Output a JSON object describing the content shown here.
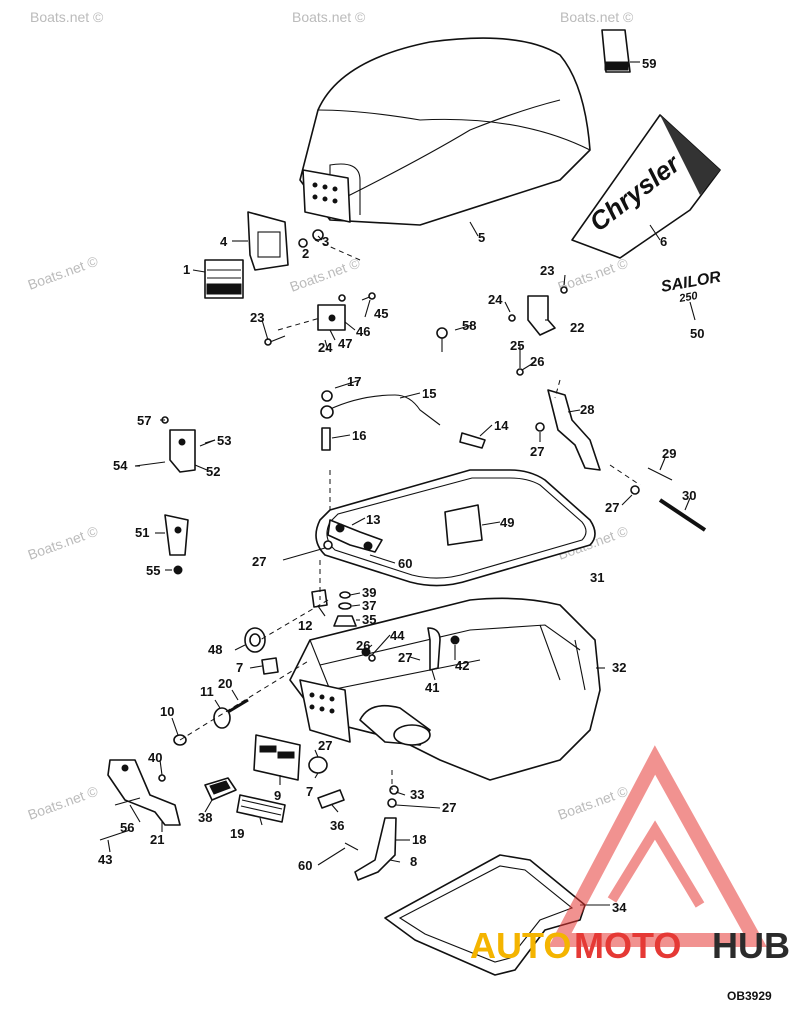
{
  "diagram": {
    "code": "OB3929",
    "cover_brand": "Chrysler",
    "decal_text": [
      "SAILOR",
      "250"
    ]
  },
  "watermark": "Boats.net ©",
  "logo": {
    "auto": "AUTO",
    "moto": "MOTO",
    "hub": "HUB",
    "colors": {
      "auto": "#f4b400",
      "moto": "#e53935",
      "hub": "#2b2b2b",
      "triangle": "#e53935"
    }
  },
  "callouts": [
    {
      "id": "c1",
      "text": "1"
    },
    {
      "id": "c2",
      "text": "2"
    },
    {
      "id": "c3",
      "text": "3"
    },
    {
      "id": "c4",
      "text": "4"
    },
    {
      "id": "c5",
      "text": "5"
    },
    {
      "id": "c6",
      "text": "6"
    },
    {
      "id": "c7a",
      "text": "7"
    },
    {
      "id": "c7b",
      "text": "7"
    },
    {
      "id": "c8",
      "text": "8"
    },
    {
      "id": "c9",
      "text": "9"
    },
    {
      "id": "c10",
      "text": "10"
    },
    {
      "id": "c11",
      "text": "11"
    },
    {
      "id": "c12",
      "text": "12"
    },
    {
      "id": "c13",
      "text": "13"
    },
    {
      "id": "c14",
      "text": "14"
    },
    {
      "id": "c15",
      "text": "15"
    },
    {
      "id": "c16",
      "text": "16"
    },
    {
      "id": "c17",
      "text": "17"
    },
    {
      "id": "c18",
      "text": "18"
    },
    {
      "id": "c19",
      "text": "19"
    },
    {
      "id": "c20",
      "text": "20"
    },
    {
      "id": "c21",
      "text": "21"
    },
    {
      "id": "c22",
      "text": "22"
    },
    {
      "id": "c23a",
      "text": "23"
    },
    {
      "id": "c23b",
      "text": "23"
    },
    {
      "id": "c24a",
      "text": "24"
    },
    {
      "id": "c24b",
      "text": "24"
    },
    {
      "id": "c25",
      "text": "25"
    },
    {
      "id": "c26a",
      "text": "26"
    },
    {
      "id": "c26b",
      "text": "26"
    },
    {
      "id": "c27a",
      "text": "27"
    },
    {
      "id": "c27b",
      "text": "27"
    },
    {
      "id": "c27c",
      "text": "27"
    },
    {
      "id": "c27d",
      "text": "27"
    },
    {
      "id": "c27e",
      "text": "27"
    },
    {
      "id": "c27f",
      "text": "27"
    },
    {
      "id": "c28",
      "text": "28"
    },
    {
      "id": "c29",
      "text": "29"
    },
    {
      "id": "c30",
      "text": "30"
    },
    {
      "id": "c31",
      "text": "31"
    },
    {
      "id": "c32",
      "text": "32"
    },
    {
      "id": "c33",
      "text": "33"
    },
    {
      "id": "c34",
      "text": "34"
    },
    {
      "id": "c35",
      "text": "35"
    },
    {
      "id": "c36",
      "text": "36"
    },
    {
      "id": "c37",
      "text": "37"
    },
    {
      "id": "c38",
      "text": "38"
    },
    {
      "id": "c39",
      "text": "39"
    },
    {
      "id": "c40",
      "text": "40"
    },
    {
      "id": "c41",
      "text": "41"
    },
    {
      "id": "c42",
      "text": "42"
    },
    {
      "id": "c43",
      "text": "43"
    },
    {
      "id": "c44",
      "text": "44"
    },
    {
      "id": "c45",
      "text": "45"
    },
    {
      "id": "c46",
      "text": "46"
    },
    {
      "id": "c47",
      "text": "47"
    },
    {
      "id": "c48",
      "text": "48"
    },
    {
      "id": "c49",
      "text": "49"
    },
    {
      "id": "c50",
      "text": "50"
    },
    {
      "id": "c51",
      "text": "51"
    },
    {
      "id": "c52",
      "text": "52"
    },
    {
      "id": "c53",
      "text": "53"
    },
    {
      "id": "c54",
      "text": "54"
    },
    {
      "id": "c55",
      "text": "55"
    },
    {
      "id": "c56",
      "text": "56"
    },
    {
      "id": "c57",
      "text": "57"
    },
    {
      "id": "c58",
      "text": "58"
    },
    {
      "id": "c59",
      "text": "59"
    },
    {
      "id": "c60a",
      "text": "60"
    },
    {
      "id": "c60b",
      "text": "60"
    }
  ]
}
